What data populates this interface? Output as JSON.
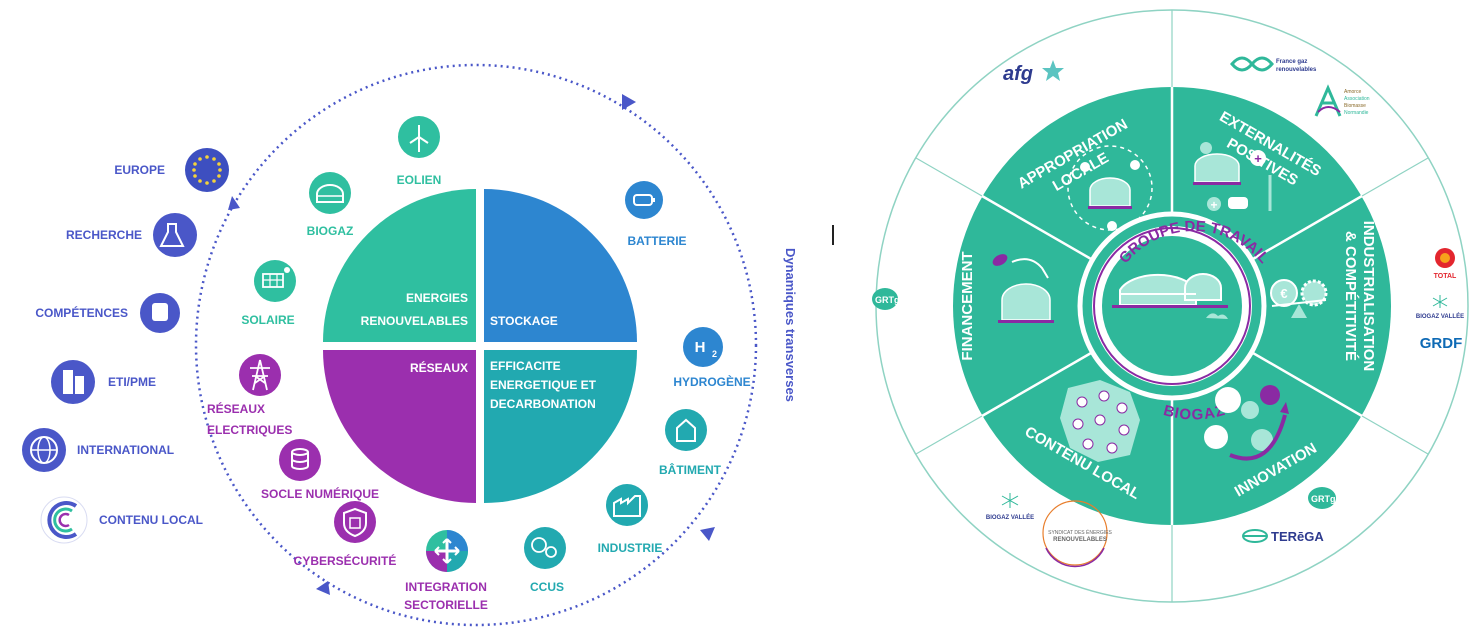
{
  "left_panel": {
    "quadrants": [
      {
        "key": "enr",
        "lines": [
          "ENERGIES",
          "RENOUVELABLES"
        ],
        "color": "#2fbfa0"
      },
      {
        "key": "stockage",
        "lines": [
          "STOCKAGE"
        ],
        "color": "#2d86d0"
      },
      {
        "key": "reseaux",
        "lines": [
          "RÉSEAUX"
        ],
        "color": "#9b2fae"
      },
      {
        "key": "efficacite",
        "lines": [
          "EFFICACITE",
          "ENERGETIQUE ET",
          "DECARBONATION"
        ],
        "color": "#22a9b0"
      }
    ],
    "transverse_label": "Dynamiques transverses",
    "left_items": [
      {
        "label": "EUROPE",
        "icon": "eu-flag-icon"
      },
      {
        "label": "RECHERCHE",
        "icon": "flask-icon"
      },
      {
        "label": "COMPÉTENCES",
        "icon": "people-icon"
      },
      {
        "label": "ETI/PME",
        "icon": "building-icon"
      },
      {
        "label": "INTERNATIONAL",
        "icon": "globe-icon"
      },
      {
        "label": "CONTENU LOCAL",
        "icon": "contenu-local-logo"
      }
    ],
    "ring_items": [
      {
        "label": "EOLIEN",
        "icon": "wind-turbine-icon"
      },
      {
        "label": "BIOGAZ",
        "icon": "biogas-dome-icon"
      },
      {
        "label": "SOLAIRE",
        "icon": "solar-panel-icon"
      },
      {
        "label": "BATTERIE",
        "icon": "battery-icon"
      },
      {
        "label": "HYDROGÈNE",
        "icon": "h2-icon",
        "icon_text": "H"
      },
      {
        "label": "BÂTIMENT",
        "icon": "house-icon"
      },
      {
        "label": "INDUSTRIE",
        "icon": "factory-icon"
      },
      {
        "label": "CCUS",
        "icon": "co2-capture-icon"
      },
      {
        "label": "INTEGRATION SECTORIELLE",
        "lines": [
          "INTEGRATION",
          "SECTORIELLE"
        ],
        "icon": "crossing-arrows-icon"
      },
      {
        "label": "CYBERSÉCURITÉ",
        "icon": "shield-chip-icon"
      },
      {
        "label": "SOCLE NUMÉRIQUE",
        "icon": "database-icon"
      },
      {
        "label": "RÉSEAUX ELECTRIQUES",
        "lines": [
          "RÉSEAUX",
          "ELECTRIQUES"
        ],
        "icon": "power-pylon-icon"
      }
    ],
    "colors": {
      "navy": "#2e3b8f",
      "teal": "#2fbfa0",
      "blue": "#2d86d0",
      "purple": "#9b2fae",
      "dark_teal": "#1a9aa8",
      "left_icon": "#4a57c8"
    }
  },
  "right_panel": {
    "center": {
      "top": "GROUPE DE TRAVAIL",
      "bottom": "BIOGAZ"
    },
    "segments": [
      {
        "key": "appropriation",
        "lines": [
          "APPROPRIATION",
          "LOCALE"
        ]
      },
      {
        "key": "externalites",
        "lines": [
          "EXTERNALITÉS",
          "POSITIVES"
        ]
      },
      {
        "key": "industrialisation",
        "lines": [
          "INDUSTRIALISATION",
          "& COMPÉTITIVITÉ"
        ]
      },
      {
        "key": "innovation",
        "lines": [
          "INNOVATION"
        ]
      },
      {
        "key": "contenu",
        "lines": [
          "CONTENU LOCAL"
        ]
      },
      {
        "key": "financement",
        "lines": [
          "FINANCEMENT"
        ]
      }
    ],
    "logos": {
      "afg": "afg",
      "france_gaz": [
        "France gaz",
        "renouvelables"
      ],
      "aamp": [
        "Amorce",
        "Association",
        "Biomasse",
        "Normandie"
      ],
      "total": "TOTAL",
      "biogaz_vallee": "BIOGAZ VALLÉE",
      "grdf": "GRDF",
      "grtgaz_left": "GRTgaz",
      "grtgaz_right": "GRTgaz",
      "terega": "TERēGA",
      "syndicat": [
        "SYNDICAT DES ÉNERGIES",
        "RENOUVELABLES"
      ]
    },
    "colors": {
      "teal": "#2fb89a",
      "purple": "#8a2aa3",
      "light_teal": "#a8e6d8",
      "outer_line": "#8fd3c3"
    }
  }
}
